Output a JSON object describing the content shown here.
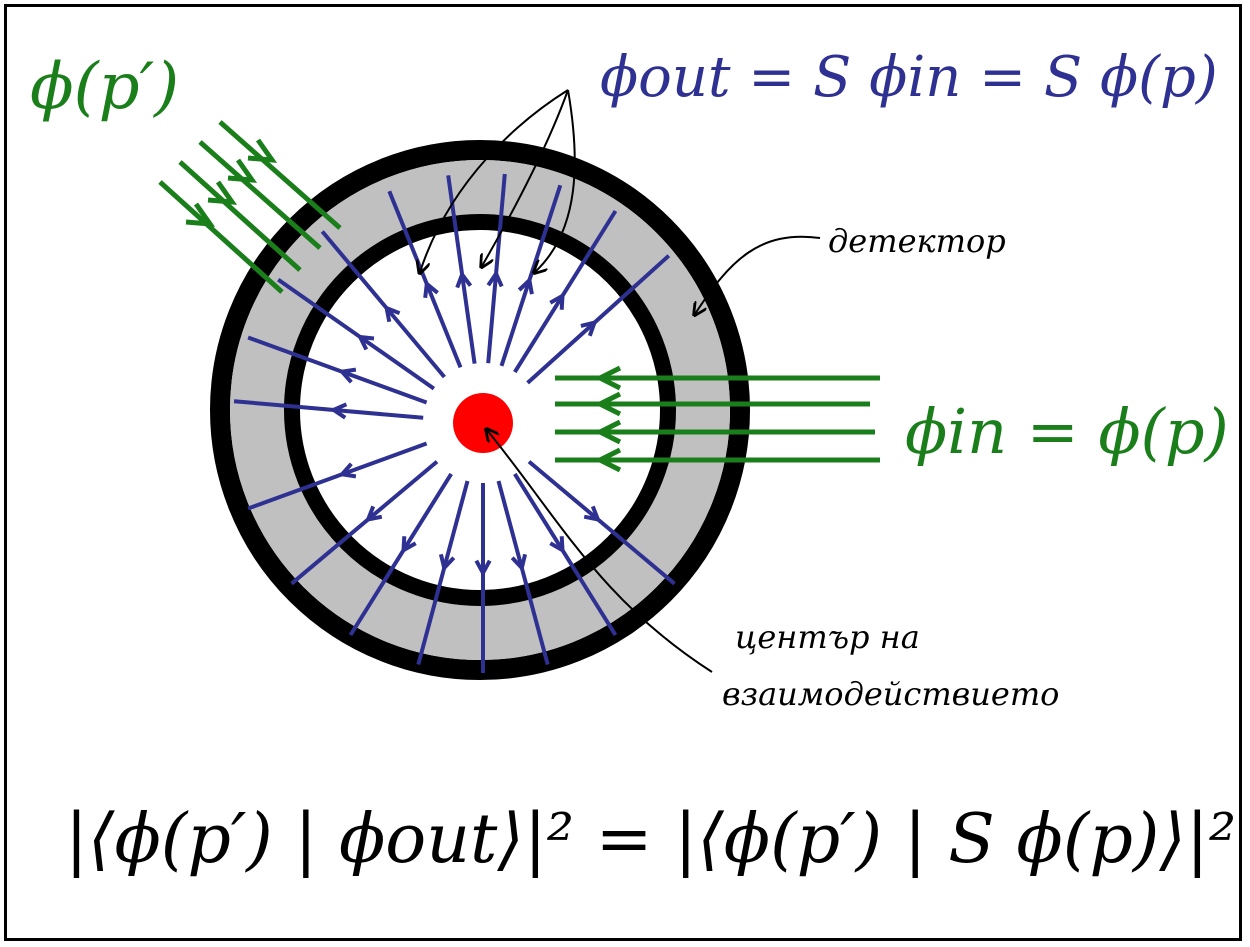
{
  "labels": {
    "phi_p_prime": "ϕ(p′)",
    "phi_out_eq": "ϕout = S ϕin = S ϕ(p)",
    "detector": "детектор",
    "phi_in_eq": "ϕin = ϕ(p)",
    "center_line1": "център на",
    "center_line2": "взаимодействието",
    "bottom_formula": "|⟨ϕ(p′) | ϕout⟩|² = |⟨ϕ(p′) | S ϕ(p)⟩|²"
  },
  "colors": {
    "incoming_beam": "#1a7f1a",
    "outgoing_lines": "#2e3192",
    "detector_fill": "#c0c0c0",
    "ring_stroke": "#000000",
    "interaction_center": "#ff0000"
  }
}
